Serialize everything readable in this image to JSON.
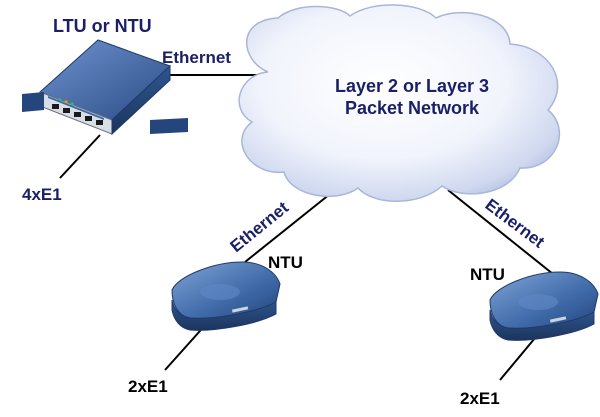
{
  "labels": {
    "ltu_title": "LTU or NTU",
    "ethernet_top": "Ethernet",
    "network_line1": "Layer 2 or Layer 3",
    "network_line2": "Packet Network",
    "ltu_tributary": "4xE1",
    "ethernet_left": "Ethernet",
    "ntu_left": "NTU",
    "ntu_right": "NTU",
    "ethernet_right": "Ethernet",
    "ntu_left_tributary": "2xE1",
    "ntu_right_tributary": "2xE1"
  },
  "icons": {
    "ltu": "rack-mount-ltu-icon",
    "cloud": "network-cloud-icon",
    "ntu_left": "desktop-ntu-icon",
    "ntu_right": "desktop-ntu-icon"
  },
  "colors": {
    "label_dark": "#1a1f66",
    "device_blue": "#3a5f9a",
    "cloud_fill": "#eef2fb",
    "cloud_shade": "#b8c4e3"
  }
}
